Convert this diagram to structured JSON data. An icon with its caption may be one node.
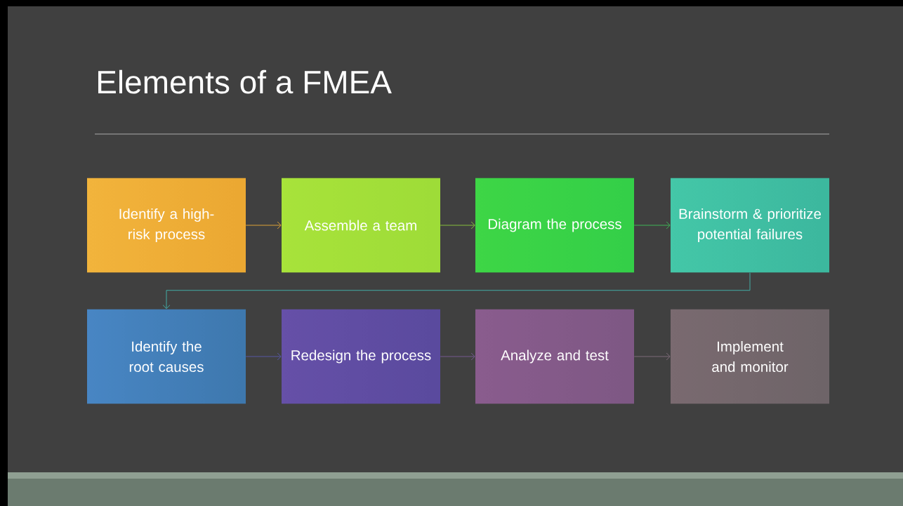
{
  "diagram": {
    "title": "Elements of a FMEA",
    "nodes": [
      {
        "text": [
          "Identify a high-risk process"
        ]
      },
      {
        "text": [
          "Assemble a team"
        ]
      },
      {
        "text": [
          "Diagram the process"
        ]
      },
      {
        "text": [
          "Brainstorm & prioritize potential failures"
        ]
      },
      {
        "text": [
          "Identify the root causes"
        ]
      },
      {
        "text": [
          "Redesign the process"
        ]
      },
      {
        "text": [
          "Analyze and test"
        ]
      },
      {
        "text": [
          "Implement and monitor"
        ]
      }
    ],
    "edges": [
      {
        "from": 0,
        "to": 1,
        "arrow": "to",
        "color": "#eead36"
      },
      {
        "from": 1,
        "to": 2,
        "arrow": "to",
        "color": "#8fcc3c"
      },
      {
        "from": 2,
        "to": 3,
        "arrow": "to",
        "color": "#3fc25a"
      },
      {
        "from": 3,
        "to": 4,
        "arrow": "to",
        "color": "#44b8b0"
      },
      {
        "from": 4,
        "to": 5,
        "arrow": "to",
        "color": "#5a5ab0"
      },
      {
        "from": 5,
        "to": 6,
        "arrow": "to",
        "color": "#7a5c98"
      },
      {
        "from": 6,
        "to": 7,
        "arrow": "to",
        "color": "#857080"
      }
    ]
  }
}
